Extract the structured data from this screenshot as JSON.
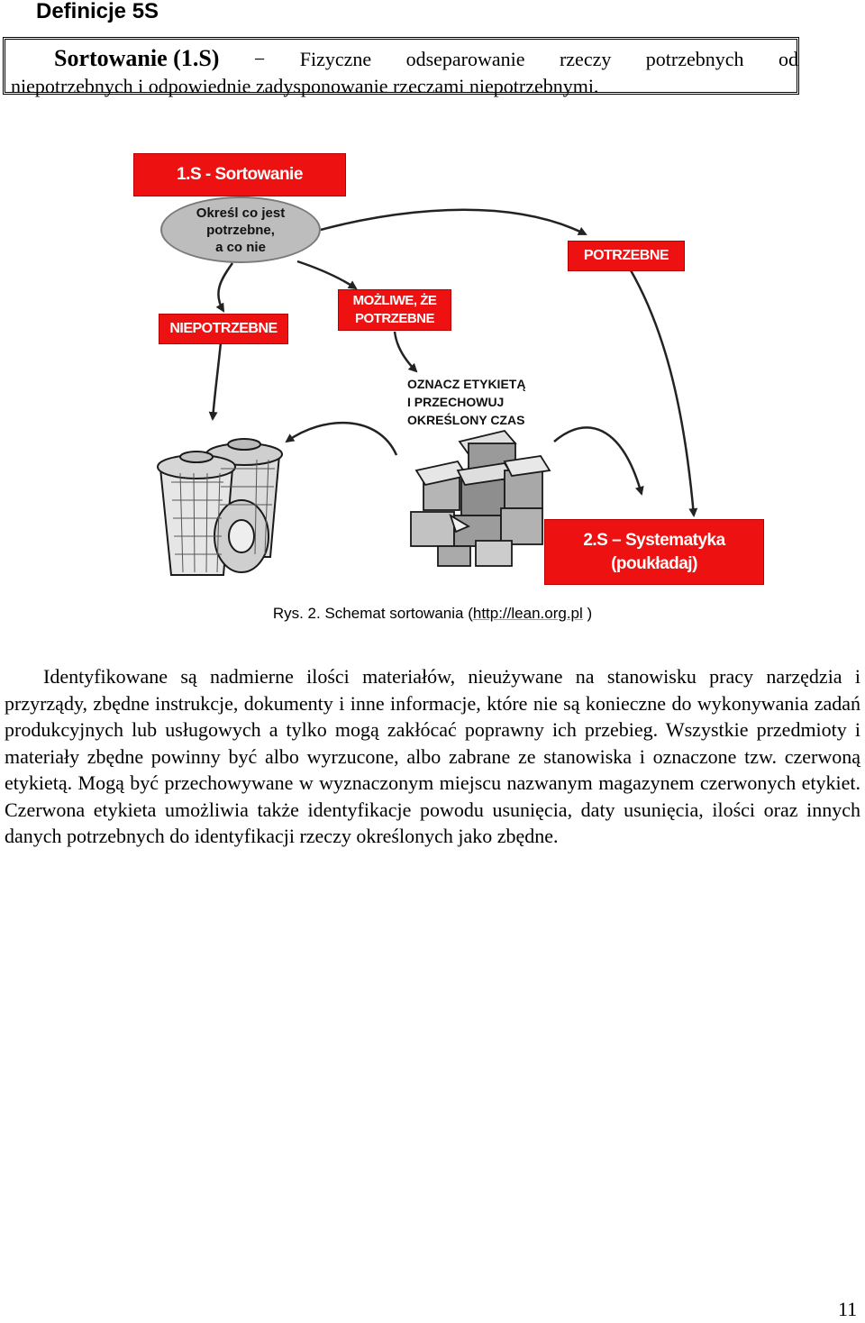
{
  "heading": "Definicje 5S",
  "definition": {
    "term": "Sortowanie (1.S)",
    "dash": "−",
    "line1_words": [
      "Fizyczne",
      "odseparowanie",
      "rzeczy",
      "potrzebnych",
      "od"
    ],
    "line2": "niepotrzebnych i odpowiednie zadysponowanie rzeczami niepotrzebnymi."
  },
  "diagram": {
    "title_box": "1.S - Sortowanie",
    "ellipse_lines": [
      "Określ co jest",
      "potrzebne,",
      "a co nie"
    ],
    "box_niepotrzebne": "NIEPOTRZEBNE",
    "box_mozliwe_lines": [
      "MOŻLIWE, ŻE",
      "POTRZEBNE"
    ],
    "box_potrzebne": "POTRZEBNE",
    "note_lines": [
      "OZNACZ ETYKIETĄ",
      "I PRZECHOWUJ",
      "OKREŚLONY CZAS"
    ],
    "box_next_lines": [
      "2.S – Systematyka",
      "(poukładaj)"
    ],
    "colors": {
      "red_box": "#ee1111",
      "ellipse": "#bdbdbd",
      "arrow": "#222222"
    },
    "icons": [
      "trash-cans-illustration",
      "boxes-stack-illustration"
    ]
  },
  "caption": {
    "text": "Rys. 2. Schemat sortowania (",
    "link": "http://lean.org.pl",
    "end": " )"
  },
  "paragraph": "Identyfikowane są nadmierne ilości materiałów, nieużywane na stanowisku pracy narzędzia i przyrządy, zbędne instrukcje, dokumenty i inne informacje, które nie są konieczne do wykonywania zadań produkcyjnych lub usługowych a tylko mogą zakłócać poprawny ich przebieg. Wszystkie przedmioty i materiały zbędne powinny być albo wyrzucone, albo zabrane ze stanowiska i oznaczone tzw. czerwoną etykietą. Mogą być przechowywane w wyznaczonym miejscu nazwanym magazynem czerwonych etykiet. Czerwona etykieta umożliwia także identyfikacje powodu usunięcia, daty usunięcia, ilości oraz innych danych potrzebnych do identyfikacji rzeczy określonych jako zbędne.",
  "page_number": "11"
}
